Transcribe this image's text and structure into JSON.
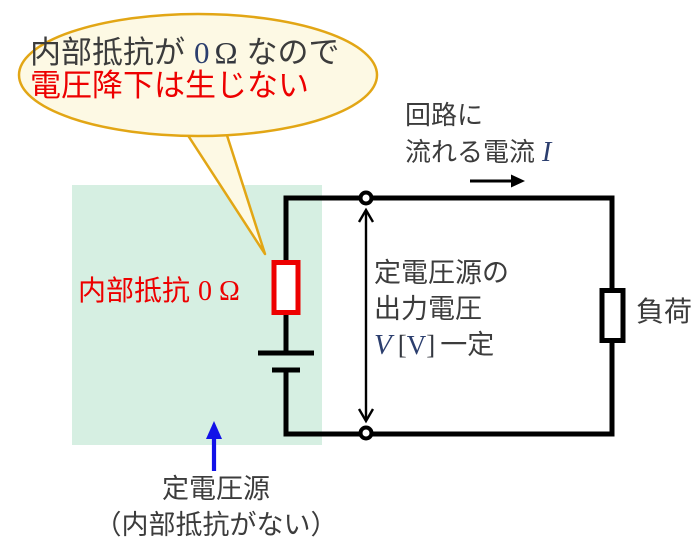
{
  "bubble": {
    "line1_pre": "内部抵抗が",
    "line1_zero": "0",
    "line1_omega": "Ω",
    "line1_post": "なので",
    "line2": "電圧降下は生じない"
  },
  "current_label": {
    "line1": "回路に",
    "line2": "流れる電流",
    "symbol": "I"
  },
  "internal_resistance_label": {
    "prefix": "内部抵抗",
    "value": "0 Ω"
  },
  "voltage_label": {
    "line1": "定電圧源の",
    "line2": "出力電圧",
    "symbol": "V",
    "bracket_open": "[",
    "unit": "V",
    "bracket_close": "]",
    "suffix": "一定"
  },
  "load_label": "負荷",
  "source_caption": {
    "line1": "定電圧源",
    "line2": "（内部抵抗がない）"
  },
  "colors": {
    "source_region_green": "#d6efe2",
    "bubble_fill": "#fdf9e4",
    "bubble_border": "#e2a615",
    "alert_red": "#ed0000",
    "math_navy": "#2b3e6e",
    "pointer_blue": "#1212e8",
    "wire_black": "#000000",
    "text_dark": "#3c3c3c"
  }
}
